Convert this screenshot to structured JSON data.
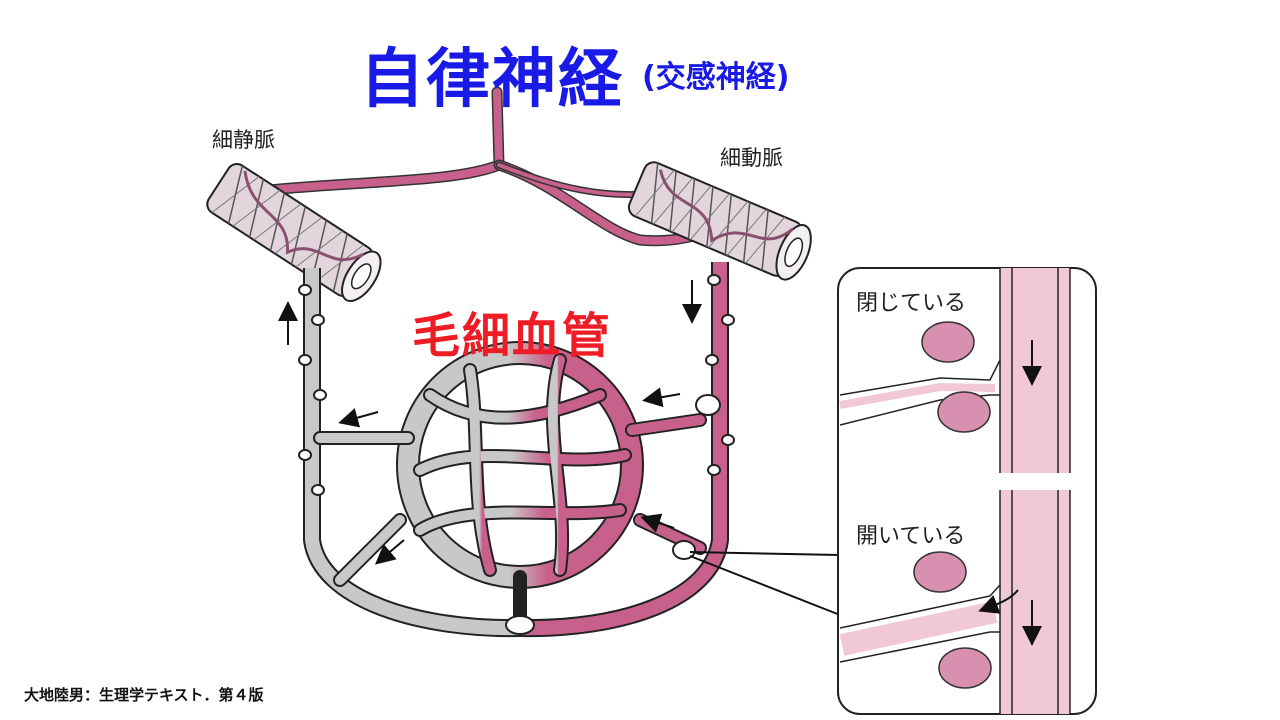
{
  "title": "自律神経",
  "subtitle": "(交感神経)",
  "capillary_label": "毛細血管",
  "labels": {
    "venule": "細静脈",
    "arteriole": "細動脈",
    "closed": "閉じている",
    "open": "開いている"
  },
  "citation": "大地陸男：生理学テキスト．第４版",
  "colors": {
    "title": "#1a1ae6",
    "capillary_label": "#ee1c25",
    "artery_pink": "#c8608c",
    "vein_gray": "#c8c8c8",
    "detail_pink": "#f0c8d8",
    "cell": "#d890b0"
  }
}
